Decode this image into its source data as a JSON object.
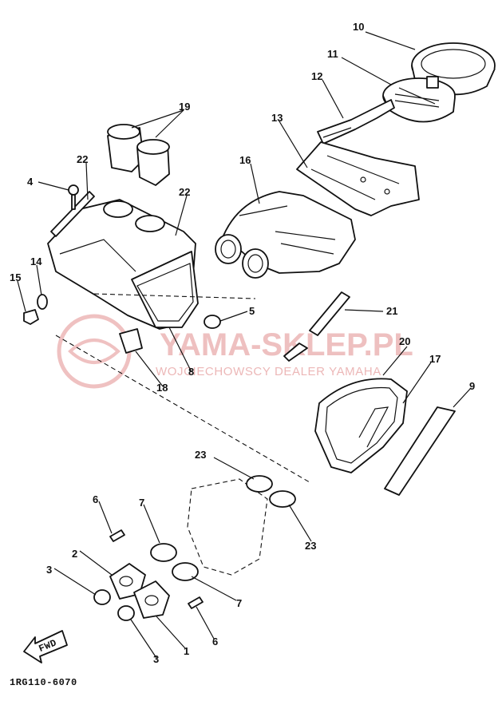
{
  "diagram": {
    "reference_code": "1RG110-6070",
    "fwd_label": "FWD",
    "watermark": {
      "main": "YAMA-SKLEP.PL",
      "sub": "WOJCIECHOWSCY DEALER YAMAHA"
    },
    "callouts": {
      "p1": "1",
      "p2": "2",
      "p3a": "3",
      "p3b": "3",
      "p4": "4",
      "p5": "5",
      "p6a": "6",
      "p6b": "6",
      "p7a": "7",
      "p7b": "7",
      "p8": "8",
      "p9": "9",
      "p10": "10",
      "p11": "11",
      "p12": "12",
      "p13": "13",
      "p14": "14",
      "p15": "15",
      "p16": "16",
      "p17": "17",
      "p18": "18",
      "p19": "19",
      "p20": "20",
      "p21": "21",
      "p22a": "22",
      "p22b": "22",
      "p23a": "23",
      "p23b": "23"
    }
  }
}
